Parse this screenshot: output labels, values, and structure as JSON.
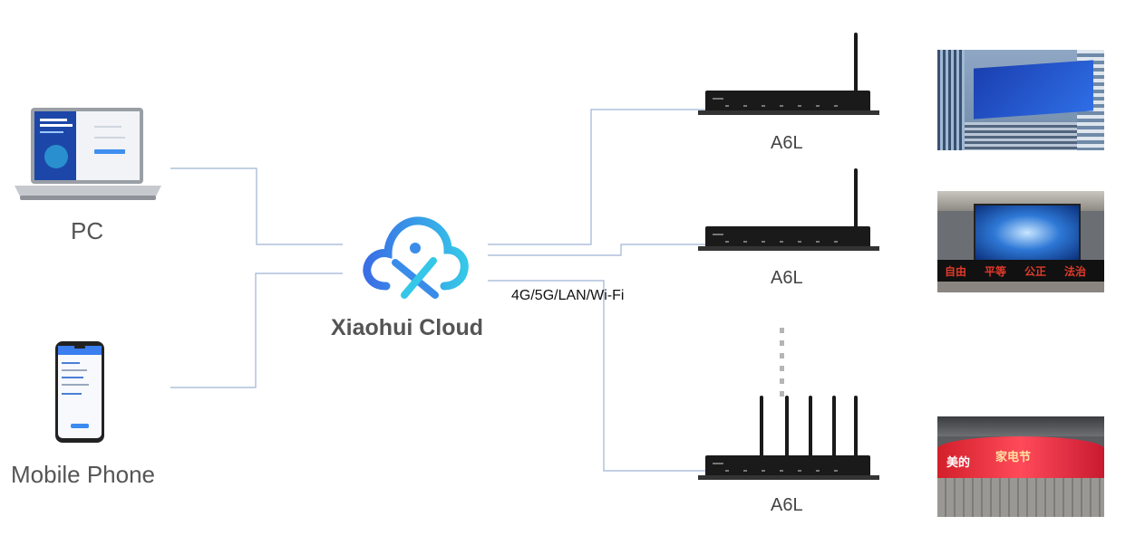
{
  "clients": {
    "pc_label": "PC",
    "mobile_label": "Mobile Phone"
  },
  "cloud": {
    "name": "Xiaohui Cloud",
    "connection": "4G/5G/LAN/Wi-Fi"
  },
  "devices": [
    {
      "label": "A6L"
    },
    {
      "label": "A6L"
    },
    {
      "label": "A6L"
    }
  ],
  "displays": [
    {
      "signs": []
    },
    {
      "signs": [
        "自由",
        "平等",
        "公正",
        "法治"
      ]
    },
    {
      "signs": [
        "美的",
        "家电节"
      ]
    }
  ],
  "colors": {
    "wire": "#9fb3d3",
    "cloud_left": "#3a6ee6",
    "cloud_right": "#35c7e8",
    "device": "#1a1a1a",
    "sign_red": "#e23a2a"
  }
}
